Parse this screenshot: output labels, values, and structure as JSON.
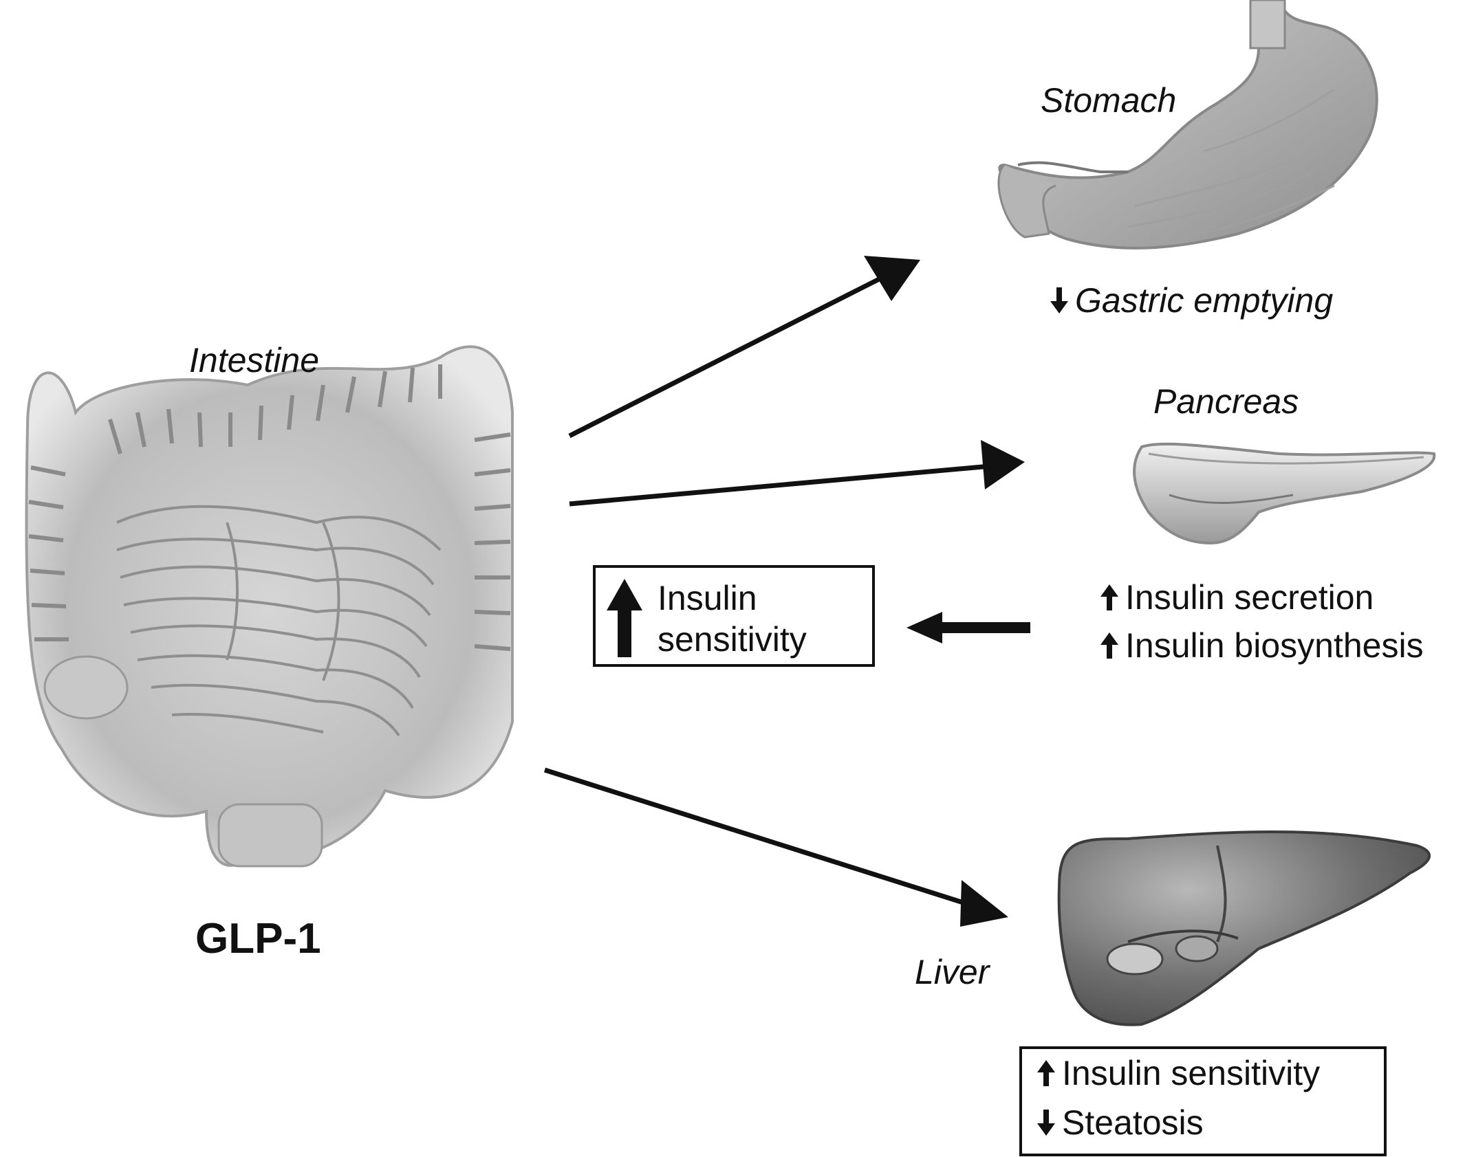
{
  "intestine": {
    "label": "Intestine",
    "molecule": "GLP-1"
  },
  "stomach": {
    "label": "Stomach",
    "effect": {
      "direction": "down",
      "text": "Gastric emptying"
    }
  },
  "pancreas": {
    "label": "Pancreas",
    "effects": [
      {
        "direction": "up",
        "text": "Insulin secretion"
      },
      {
        "direction": "up",
        "text": "Insulin biosynthesis"
      }
    ]
  },
  "peripheral": {
    "direction": "up",
    "line1": "Insulin",
    "line2": "sensitivity"
  },
  "liver": {
    "label": "Liver",
    "effects": [
      {
        "direction": "up",
        "text": "Insulin sensitivity"
      },
      {
        "direction": "down",
        "text": "Steatosis"
      }
    ]
  },
  "colors": {
    "ink": "#111111",
    "organ_fill": "#bdbdbd",
    "organ_dark": "#7a7a7a"
  }
}
